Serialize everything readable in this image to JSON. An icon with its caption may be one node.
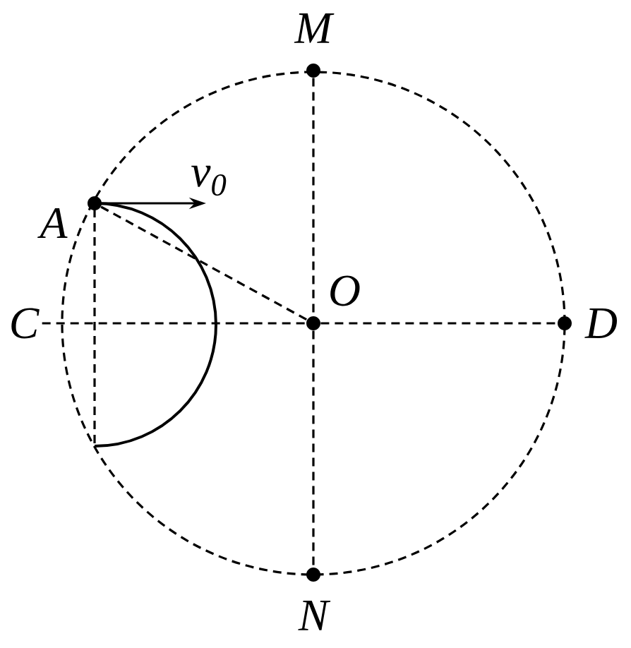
{
  "diagram": {
    "nodes": [
      {
        "text": [],
        "shape": "circle",
        "beside": [
          "M"
        ]
      },
      {
        "text": [],
        "shape": "circle",
        "beside": [
          "A"
        ]
      },
      {
        "text": [
          "C"
        ]
      },
      {
        "text": [],
        "shape": "circle",
        "beside": [
          "O"
        ]
      },
      {
        "text": [],
        "shape": "circle",
        "beside": [
          "D"
        ]
      },
      {
        "text": [],
        "shape": "circle",
        "beside": [
          "N"
        ]
      }
    ],
    "edges": [
      {
        "from": 0,
        "to": 3,
        "arrow": "none",
        "style": "dashed"
      },
      {
        "from": 3,
        "to": 5,
        "arrow": "none",
        "style": "dashed"
      },
      {
        "from": 2,
        "to": 3,
        "arrow": "none",
        "style": "dashed"
      },
      {
        "from": 3,
        "to": 4,
        "arrow": "none",
        "style": "dashed"
      },
      {
        "from": 1,
        "to": 3,
        "arrow": "none",
        "style": "dashed"
      }
    ],
    "labels": [
      "v$_{0}$"
    ]
  }
}
